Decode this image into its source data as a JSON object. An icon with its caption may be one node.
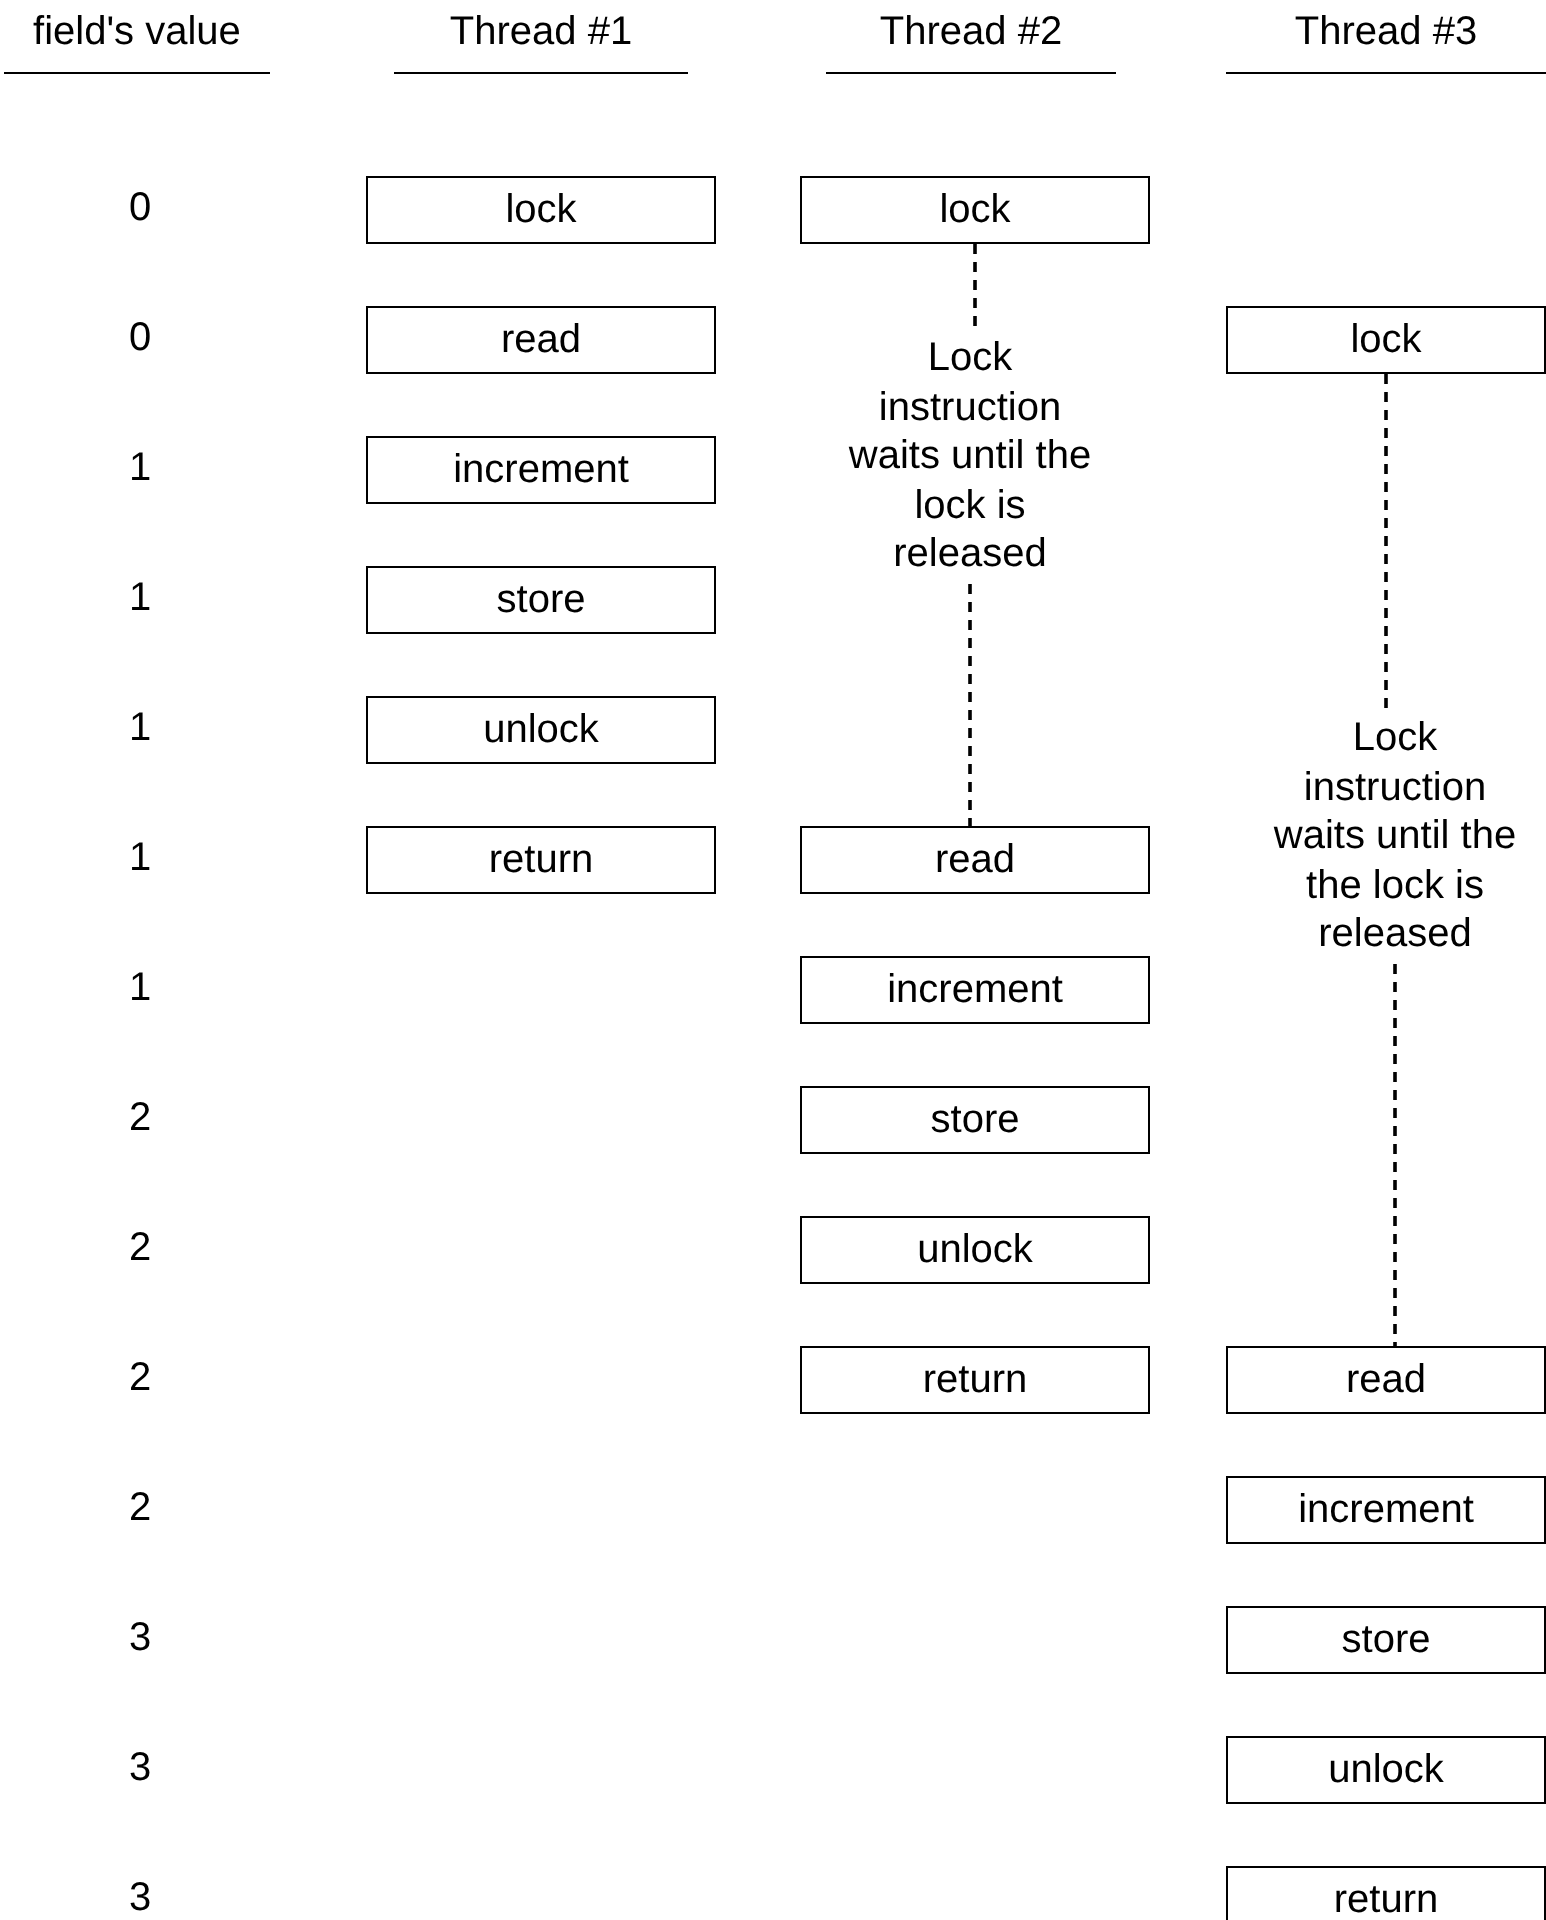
{
  "diagram": {
    "nodes": [
      {
        "text": [
          "lock"
        ]
      },
      {
        "text": [
          "read"
        ]
      },
      {
        "text": [
          "increment"
        ]
      },
      {
        "text": [
          "store"
        ]
      },
      {
        "text": [
          "unlock"
        ]
      },
      {
        "text": [
          "return"
        ]
      },
      {
        "text": [
          "lock"
        ]
      },
      {
        "text": [
          "Lock instruction waits until the lock is released"
        ]
      },
      {
        "text": [
          "read"
        ]
      },
      {
        "text": [
          "increment"
        ]
      },
      {
        "text": [
          "store"
        ]
      },
      {
        "text": [
          "unlock"
        ]
      },
      {
        "text": [
          "return"
        ]
      },
      {
        "text": [
          "lock"
        ]
      },
      {
        "text": [
          "Lock instruction waits until the the lock is released"
        ]
      },
      {
        "text": [
          "read"
        ]
      },
      {
        "text": [
          "increment"
        ]
      },
      {
        "text": [
          "store"
        ]
      },
      {
        "text": [
          "unlock"
        ]
      },
      {
        "text": [
          "return"
        ]
      }
    ],
    "edges": [
      {
        "from": 6,
        "to": 7,
        "arrow": "none",
        "style": "dashed"
      },
      {
        "from": 7,
        "to": 8,
        "arrow": "none",
        "style": "dashed"
      },
      {
        "from": 13,
        "to": 14,
        "arrow": "none",
        "style": "dashed"
      },
      {
        "from": 14,
        "to": 15,
        "arrow": "none",
        "style": "dashed"
      }
    ],
    "labels": [
      "field's value",
      "Thread #1",
      "Thread #2",
      "Thread #3",
      "0",
      "0",
      "1",
      "1",
      "1",
      "1",
      "1",
      "2",
      "2",
      "2",
      "2",
      "3",
      "3",
      "3"
    ]
  }
}
